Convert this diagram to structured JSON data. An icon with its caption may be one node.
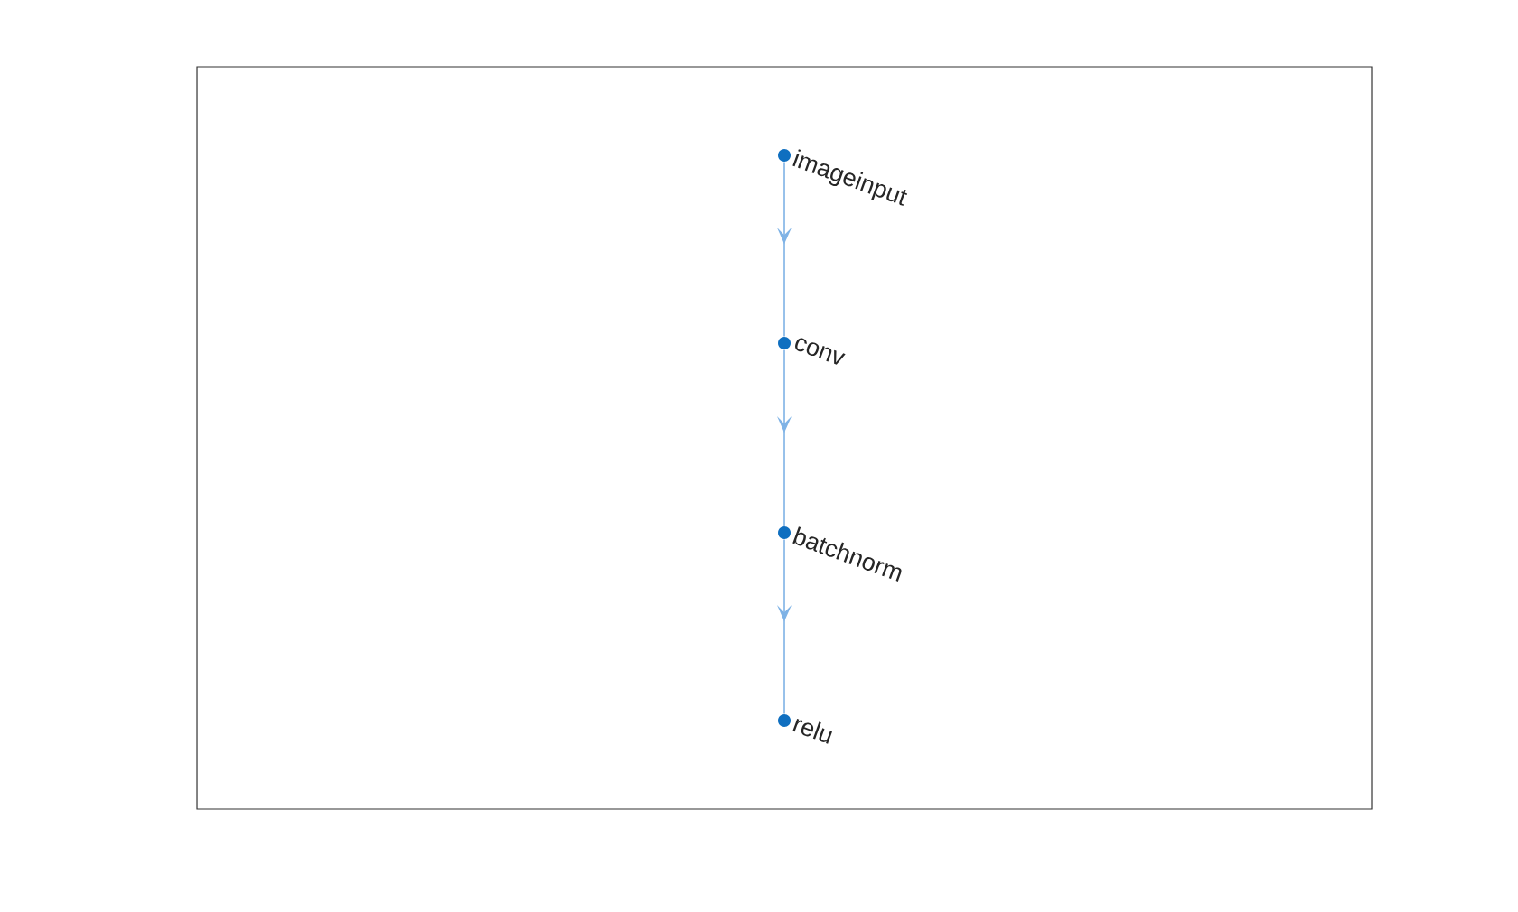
{
  "diagram": {
    "nodes": [
      {
        "text": [
          "imageinput"
        ]
      },
      {
        "text": [
          "conv"
        ]
      },
      {
        "text": [
          "batchnorm"
        ]
      },
      {
        "text": [
          "relu"
        ]
      }
    ],
    "edges": [
      {
        "from": 0,
        "to": 1,
        "arrow": "to"
      },
      {
        "from": 1,
        "to": 2,
        "arrow": "to"
      },
      {
        "from": 2,
        "to": 3,
        "arrow": "to"
      }
    ]
  }
}
